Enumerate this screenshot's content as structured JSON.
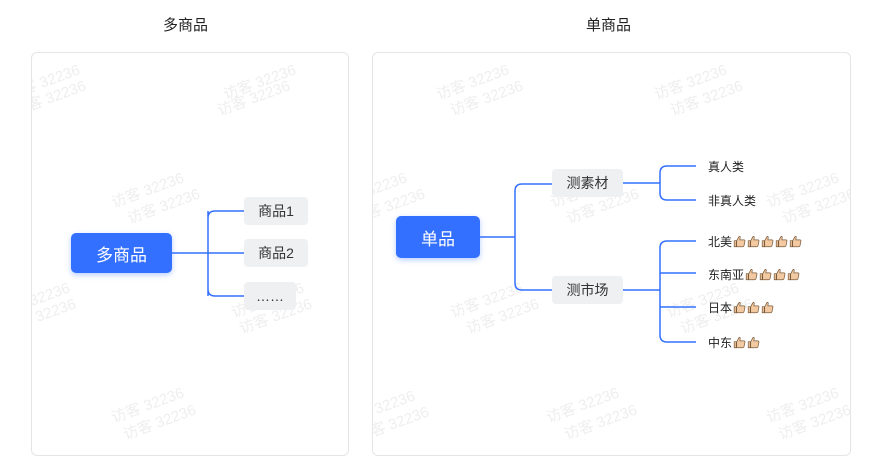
{
  "left_panel": {
    "title": "多商品",
    "root": "多商品",
    "items": [
      "商品1",
      "商品2",
      "……"
    ]
  },
  "right_panel": {
    "title": "单商品",
    "root": "单品",
    "branches": [
      {
        "label": "测素材",
        "children": [
          {
            "label": "真人类",
            "thumbs": 0
          },
          {
            "label": "非真人类",
            "thumbs": 0
          }
        ]
      },
      {
        "label": "测市场",
        "children": [
          {
            "label": "北美",
            "thumbs": 5
          },
          {
            "label": "东南亚",
            "thumbs": 4
          },
          {
            "label": "日本",
            "thumbs": 3
          },
          {
            "label": "中东",
            "thumbs": 2
          }
        ]
      }
    ]
  },
  "watermark": "访客 32236",
  "colors": {
    "accent": "#3370ff",
    "node_bg": "#eef0f2",
    "thumb": "#f2c9a0"
  },
  "icons": {
    "rating": "thumbs-up-icon"
  }
}
